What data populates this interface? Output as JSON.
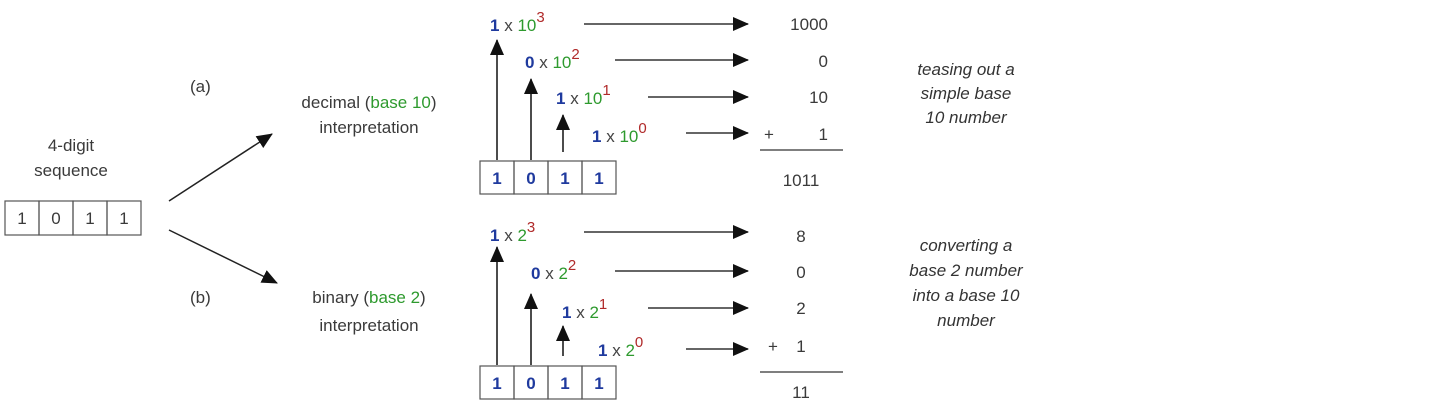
{
  "sequence": {
    "label_line1": "4-digit",
    "label_line2": "sequence",
    "digits": [
      "1",
      "0",
      "1",
      "1"
    ]
  },
  "branches": {
    "a": {
      "tag": "(a)",
      "title_prefix": "decimal (",
      "title_base": "base 10",
      "title_suffix": ")",
      "title_line2": "interpretation",
      "digits": [
        "1",
        "0",
        "1",
        "1"
      ],
      "terms": [
        {
          "digit": "1",
          "times": "x",
          "base": "10",
          "exp": "3",
          "result": "1000"
        },
        {
          "digit": "0",
          "times": "x",
          "base": "10",
          "exp": "2",
          "result": "0"
        },
        {
          "digit": "1",
          "times": "x",
          "base": "10",
          "exp": "1",
          "result": "10"
        },
        {
          "digit": "1",
          "times": "x",
          "base": "10",
          "exp": "0",
          "result": "1"
        }
      ],
      "plus": "+",
      "total": "1011",
      "note": [
        "teasing out a",
        "simple base",
        "10 number"
      ]
    },
    "b": {
      "tag": "(b)",
      "title_prefix": "binary (",
      "title_base": "base 2",
      "title_suffix": ")",
      "title_line2": "interpretation",
      "digits": [
        "1",
        "0",
        "1",
        "1"
      ],
      "terms": [
        {
          "digit": "1",
          "times": "x",
          "base": "2",
          "exp": "3",
          "result": "8"
        },
        {
          "digit": "0",
          "times": "x",
          "base": "2",
          "exp": "2",
          "result": "0"
        },
        {
          "digit": "1",
          "times": "x",
          "base": "2",
          "exp": "1",
          "result": "2"
        },
        {
          "digit": "1",
          "times": "x",
          "base": "2",
          "exp": "0",
          "result": "1"
        }
      ],
      "plus": "+",
      "total": "11",
      "note": [
        "converting a",
        "base 2 number",
        "into a base 10",
        "number"
      ]
    }
  },
  "colors": {
    "digit": "#1f3a9e",
    "base": "#2e9a2e",
    "exponent": "#b02a2a",
    "text": "#3a3a3a"
  }
}
